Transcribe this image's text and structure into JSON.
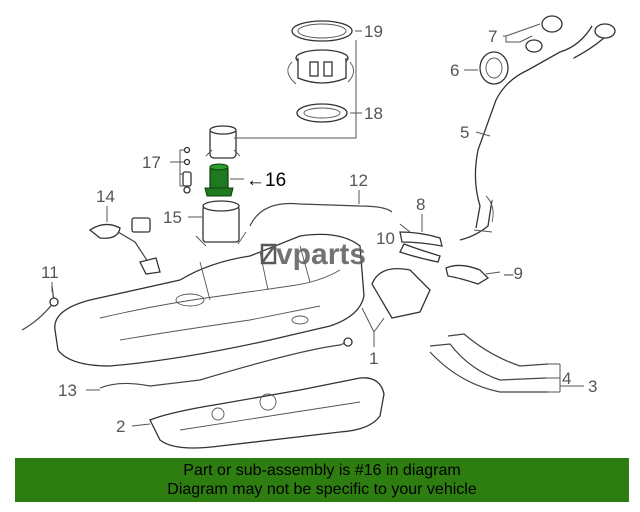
{
  "diagram": {
    "callouts": [
      "1",
      "2",
      "3",
      "4",
      "5",
      "6",
      "7",
      "8",
      "9",
      "10",
      "11",
      "12",
      "13",
      "14",
      "15",
      "16",
      "17",
      "18",
      "19"
    ],
    "highlighted_part": "16",
    "brand": "vparts",
    "colors": {
      "banner": "#2e7d10",
      "highlight_part": "#1f7a1f",
      "line": "#444444"
    }
  },
  "banner": {
    "line1": "Part or sub-assembly is #16 in diagram",
    "line2": "Diagram may not be specific to your vehicle"
  }
}
